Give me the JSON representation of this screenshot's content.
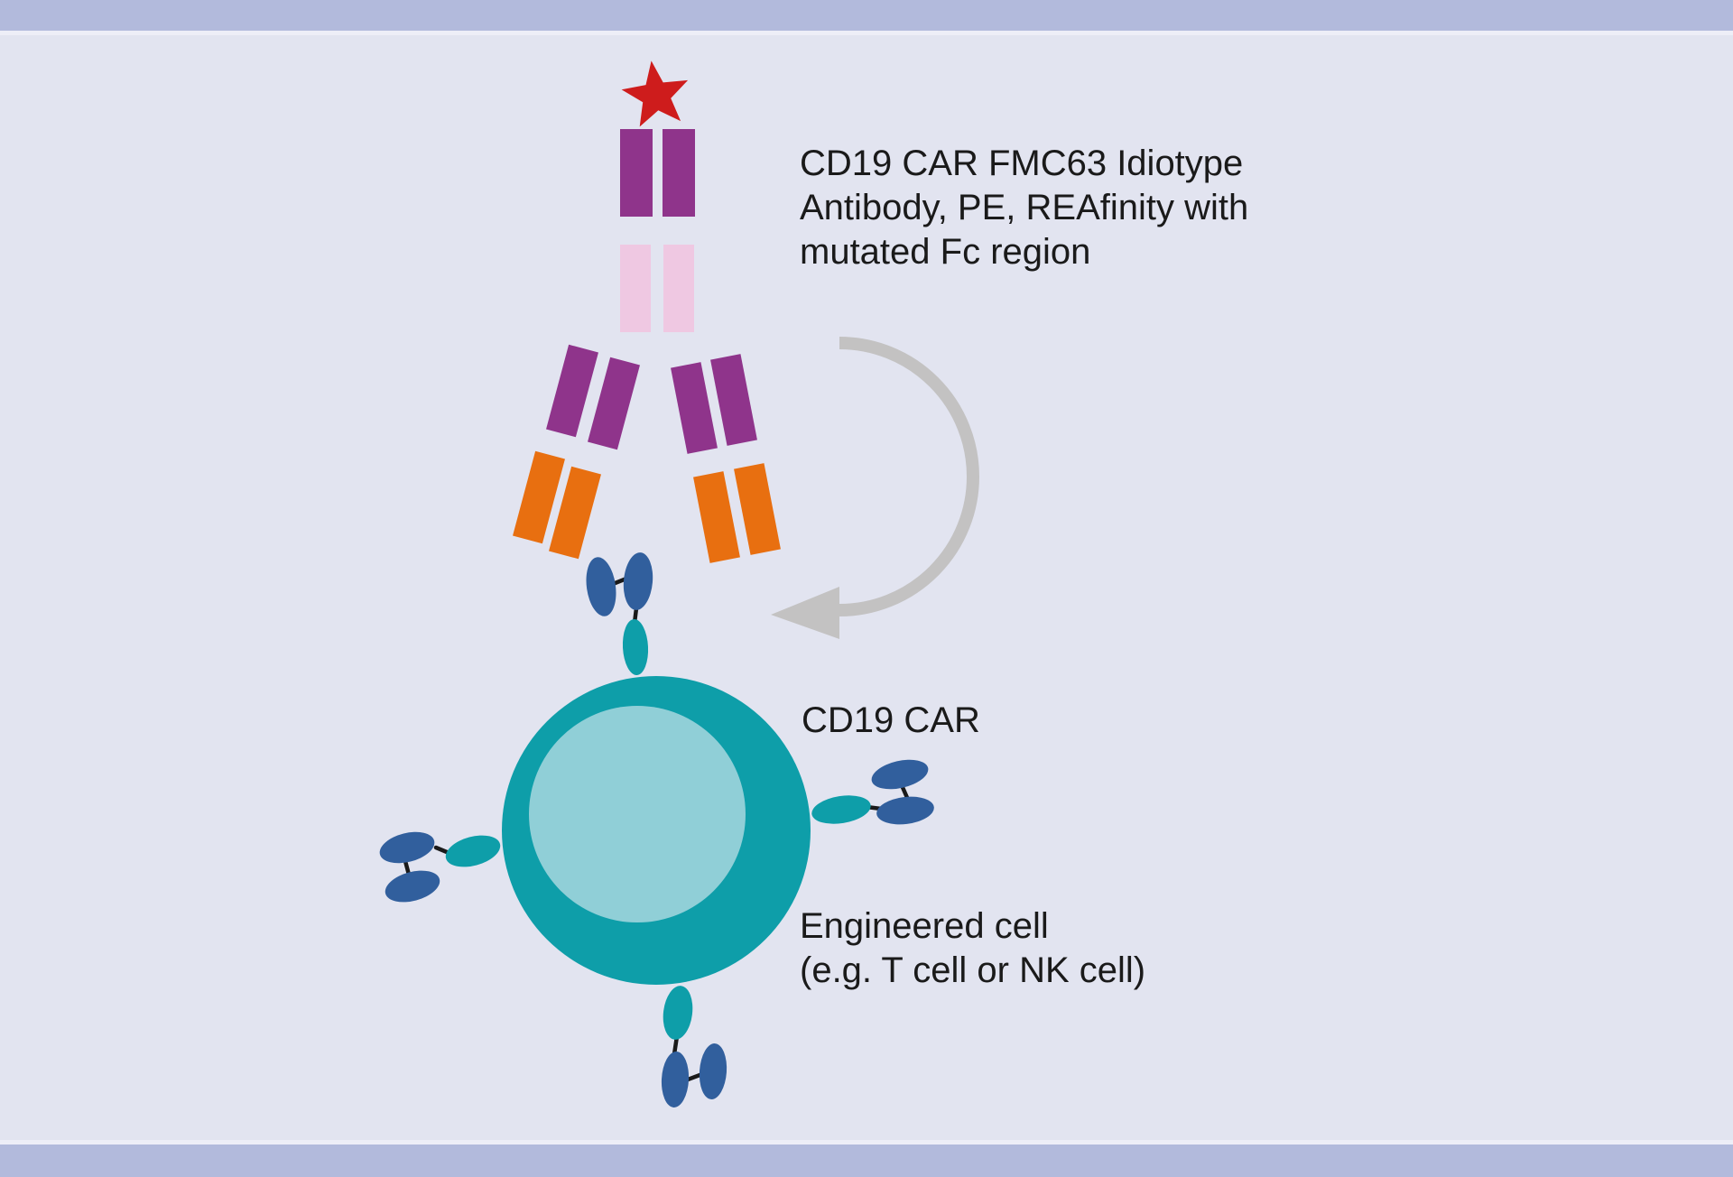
{
  "labels": {
    "antibody": {
      "line1": "CD19 CAR FMC63 Idiotype",
      "line2": "Antibody, PE, REAfinity with",
      "line3": "mutated Fc region"
    },
    "car": "CD19 CAR",
    "cell": {
      "line1": "Engineered cell",
      "line2": "(e.g. T cell or NK cell)"
    }
  },
  "icons": {
    "pe-fluorochrome-star-icon": "red five-point star (PE label on antibody Fc)",
    "idiotype-antibody-icon": "inverted Y antibody: purple Fc pair, pink hinge pair, purple+orange Fab arm pairs",
    "binding-arrow-icon": "gray semicircular arrow curving from antibody to CAR, arrowhead pointing left",
    "car-receptor-icon": "two dark-blue scFv ellipses joined by black linkers to a teal stalk ellipse",
    "engineered-cell-icon": "large teal circle membrane with lighter teal inner circle"
  },
  "colors": {
    "page_bg": "#E2E4F0",
    "frame_bar": "#B2BADC",
    "frame_line": "#EDEEF7",
    "star_red": "#CE1C1C",
    "fc_purple": "#8F348B",
    "hinge_pink": "#EFC8E2",
    "fab_orange": "#E86F10",
    "arrow_gray": "#C3C2C2",
    "cell_teal": "#0E9EA9",
    "cell_inner_teal": "#90CFD7",
    "scfv_blue": "#315F9D",
    "linker_black": "#1A1A1A",
    "text": "#1A1A1A"
  }
}
